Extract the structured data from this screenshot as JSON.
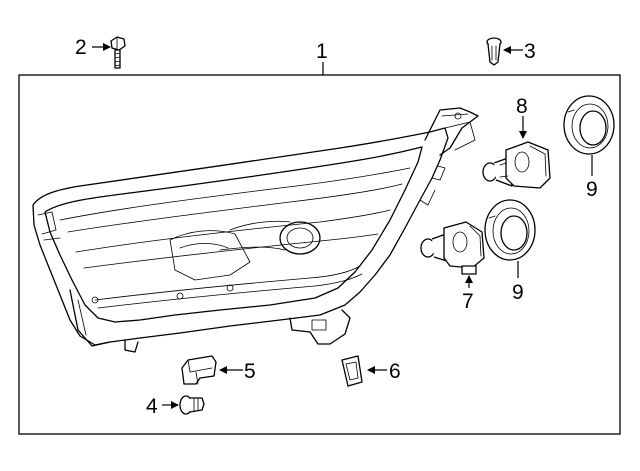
{
  "diagram": {
    "callouts": {
      "c1": "1",
      "c2": "2",
      "c3": "3",
      "c4": "4",
      "c5": "5",
      "c6": "6",
      "c7": "7",
      "c8": "8",
      "c9a": "9",
      "c9b": "9"
    },
    "parts": [
      {
        "callout": "1",
        "icon": "headlamp-assembly"
      },
      {
        "callout": "2",
        "icon": "bolt"
      },
      {
        "callout": "3",
        "icon": "grommet"
      },
      {
        "callout": "4",
        "icon": "screw"
      },
      {
        "callout": "5",
        "icon": "bracket-clip"
      },
      {
        "callout": "6",
        "icon": "nut-clip"
      },
      {
        "callout": "7",
        "icon": "bulb"
      },
      {
        "callout": "8",
        "icon": "bulb"
      },
      {
        "callout": "9",
        "icon": "bulb-seal"
      }
    ]
  }
}
